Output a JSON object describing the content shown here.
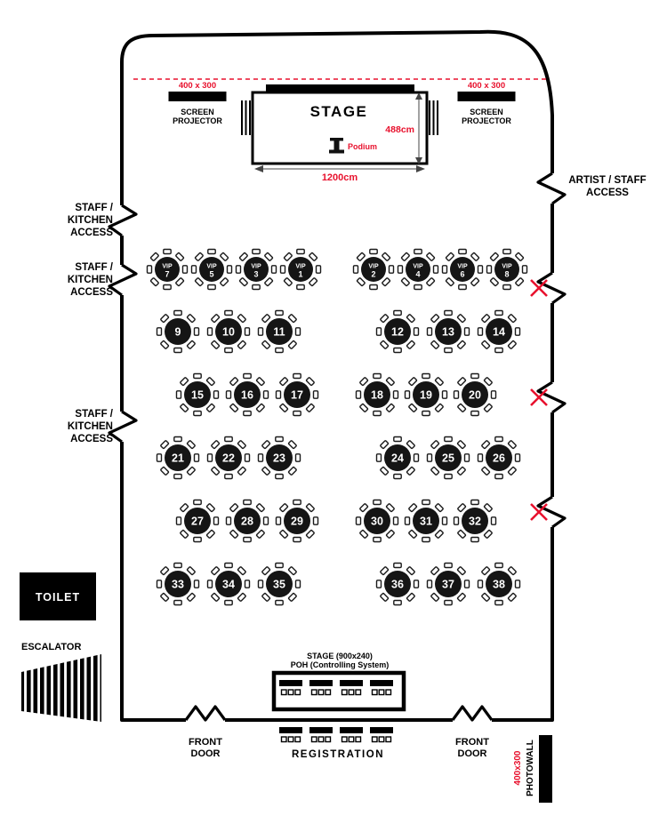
{
  "colors": {
    "accent_red": "#e8112d",
    "ink": "#000000"
  },
  "stage": {
    "label": "STAGE",
    "podium": "Podium",
    "depth": "488cm",
    "width": "1200cm"
  },
  "projector": {
    "size": "400 x 300",
    "line1": "SCREEN",
    "line2": "PROJECTOR"
  },
  "access": {
    "staff_kitchen": [
      "STAFF /",
      "KITCHEN",
      "ACCESS"
    ],
    "artist": [
      "ARTIST / STAFF",
      "ACCESS"
    ]
  },
  "facilities": {
    "toilet": "TOILET",
    "escalator": "ESCALATOR"
  },
  "poh": {
    "line1": "STAGE (900x240)",
    "line2": "POH (Controlling System)"
  },
  "registration": "REGISTRATION",
  "front_door": [
    "FRONT",
    "DOOR"
  ],
  "photowall": {
    "label": "PHOTOWALL",
    "size": "400x300"
  },
  "tables": {
    "vip": [
      {
        "prefix": "VIP",
        "num": "7"
      },
      {
        "prefix": "VIP",
        "num": "5"
      },
      {
        "prefix": "VIP",
        "num": "3"
      },
      {
        "prefix": "VIP",
        "num": "1"
      },
      {
        "prefix": "VIP",
        "num": "2"
      },
      {
        "prefix": "VIP",
        "num": "4"
      },
      {
        "prefix": "VIP",
        "num": "6"
      },
      {
        "prefix": "VIP",
        "num": "8"
      }
    ],
    "numbered": [
      "9",
      "10",
      "11",
      "12",
      "13",
      "14",
      "15",
      "16",
      "17",
      "18",
      "19",
      "20",
      "21",
      "22",
      "23",
      "24",
      "25",
      "26",
      "27",
      "28",
      "29",
      "30",
      "31",
      "32",
      "33",
      "34",
      "35",
      "36",
      "37",
      "38"
    ]
  }
}
